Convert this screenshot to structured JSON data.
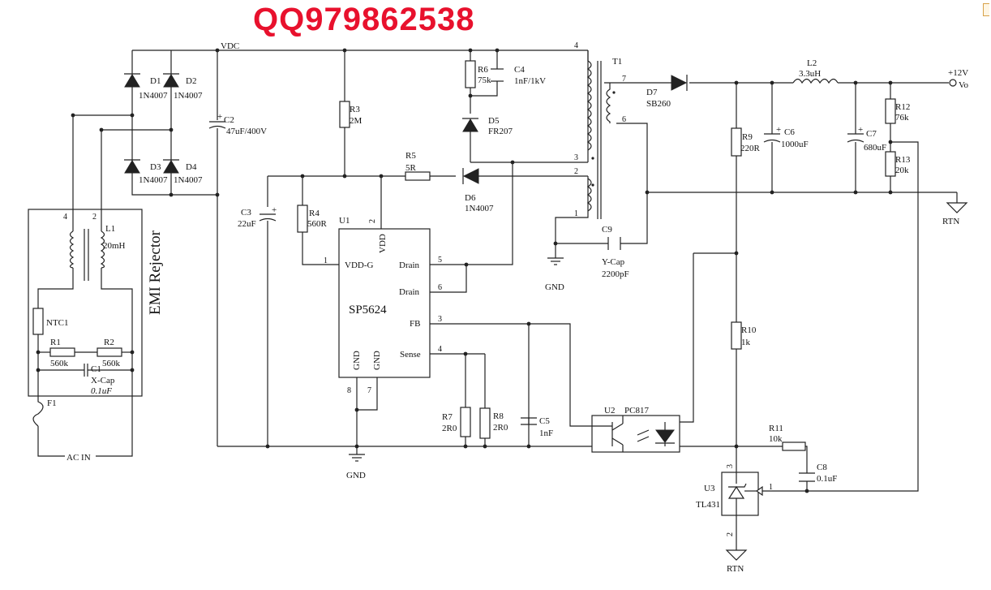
{
  "watermark": "QQ979862538",
  "colors": {
    "watermark": "#e8112d",
    "wire": "#222222"
  },
  "labels": {
    "vdc": "VDC",
    "plus12v": "+12V",
    "vo": "Vo",
    "rtn": "RTN",
    "gnd": "GND",
    "ac_in": "AC   IN",
    "emi_rejector": "EMI Rejector",
    "t1": "T1",
    "f1": "F1",
    "ntc1": "NTC1",
    "d1": "D1",
    "d2": "D2",
    "d3": "D3",
    "d4": "D4",
    "d5": "D5",
    "d6": "D6",
    "d7": "D7",
    "d1_val": "1N4007",
    "d2_val": "1N4007",
    "d3_val": "1N4007",
    "d4_val": "1N4007",
    "d5_val": "FR207",
    "d6_val": "1N4007",
    "d7_val": "SB260",
    "c1": "C1",
    "c1_val": "X-Cap",
    "c1_val2": "0.1uF",
    "c2": "C2",
    "c2_val": "47uF/400V",
    "c3": "C3",
    "c3_val": "22uF",
    "c4": "C4",
    "c4_val": "1nF/1kV",
    "c5": "C5",
    "c5_val": "1nF",
    "c6": "C6",
    "c6_val": "1000uF",
    "c7": "C7",
    "c7_val": "680uF",
    "c8": "C8",
    "c8_val": "0.1uF",
    "c9": "C9",
    "c9_val": "Y-Cap",
    "c9_val2": "2200pF",
    "r1": "R1",
    "r1_val": "560k",
    "r2": "R2",
    "r2_val": "560k",
    "r3": "R3",
    "r3_val": "2M",
    "r4": "R4",
    "r4_val": "560R",
    "r5": "R5",
    "r5_val": "5R",
    "r6": "R6",
    "r6_val": "75k",
    "r7": "R7",
    "r7_val": "2R0",
    "r8": "R8",
    "r8_val": "2R0",
    "r9": "R9",
    "r9_val": "220R",
    "r10": "R10",
    "r10_val": "1k",
    "r11": "R11",
    "r11_val": "10k",
    "r12": "R12",
    "r12_val": "76k",
    "r13": "R13",
    "r13_val": "20k",
    "l1": "L1",
    "l1_val": "20mH",
    "l2": "L2",
    "l2_val": "3.3uH",
    "u1": "U1",
    "u1_part": "SP5624",
    "u2": "U2",
    "u2_part": "PC817",
    "u3": "U3",
    "u3_part": "TL431",
    "pin_vdd": "VDD",
    "pin_vddg": "VDD-G",
    "pin_drain": "Drain",
    "pin_fb": "FB",
    "pin_sense": "Sense",
    "pin_gnd": "GND",
    "pins": {
      "p1": "1",
      "p2": "2",
      "p3": "3",
      "p4": "4",
      "p5": "5",
      "p6": "6",
      "p7": "7",
      "p8": "8"
    }
  }
}
